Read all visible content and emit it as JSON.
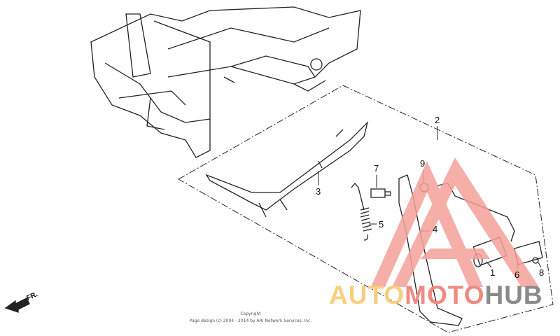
{
  "callouts": [
    "1",
    "2",
    "3",
    "4",
    "5",
    "6",
    "7",
    "8",
    "9"
  ],
  "direction_marker": "FR.",
  "copyright": {
    "line1": "Copyright",
    "line2": "Page design (c) 2004 - 2014 by ARI Network Services, Inc."
  },
  "watermark": {
    "part1": "AUTO",
    "part2": "MOTO",
    "part3": "HUB",
    "colors": {
      "auto": "#f8cf7f",
      "moto": "#f08a80",
      "hub": "#8a8a8a",
      "triangle": "#f4a09a"
    }
  }
}
